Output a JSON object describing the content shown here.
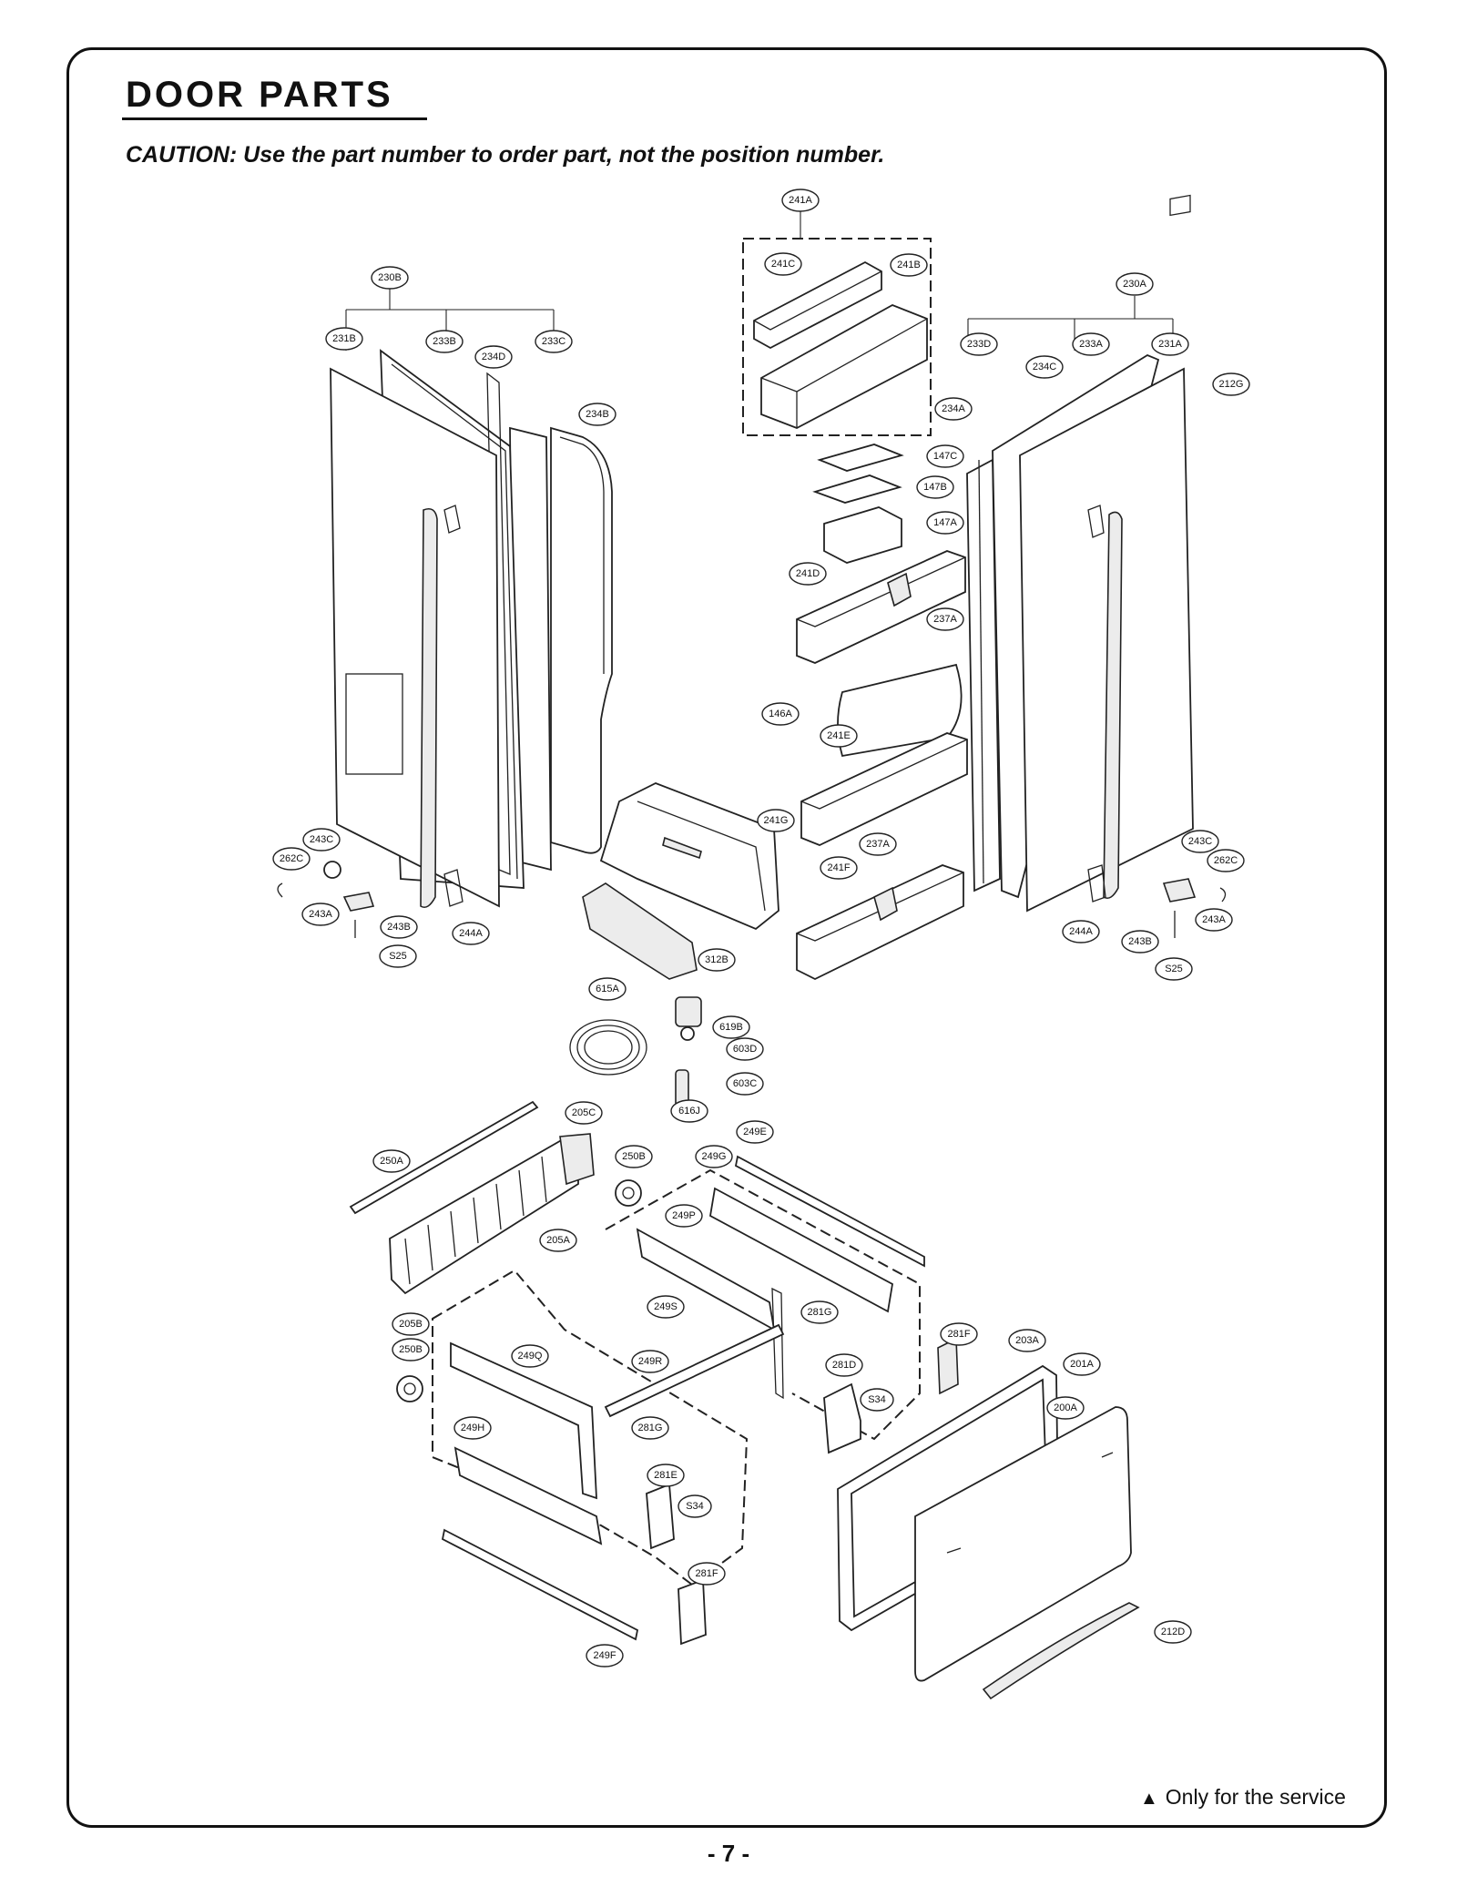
{
  "header": {
    "title": "DOOR PARTS",
    "caution": "CAUTION: Use the part number to order part, not the position number."
  },
  "footer": {
    "service_marker": "▲",
    "service_note": "Only for the service",
    "page_number": "- 7 -"
  },
  "callouts": [
    {
      "id": "c-241A",
      "label": "241A"
    },
    {
      "id": "c-241C",
      "label": "241C"
    },
    {
      "id": "c-241B",
      "label": "241B"
    },
    {
      "id": "c-230B",
      "label": "230B"
    },
    {
      "id": "c-231B",
      "label": "231B"
    },
    {
      "id": "c-233B",
      "label": "233B"
    },
    {
      "id": "c-233C",
      "label": "233C"
    },
    {
      "id": "c-234D",
      "label": "234D"
    },
    {
      "id": "c-234B",
      "label": "234B"
    },
    {
      "id": "c-230A",
      "label": "230A"
    },
    {
      "id": "c-233D",
      "label": "233D"
    },
    {
      "id": "c-233A",
      "label": "233A"
    },
    {
      "id": "c-231A",
      "label": "231A"
    },
    {
      "id": "c-234C",
      "label": "234C"
    },
    {
      "id": "c-212G",
      "label": "212G"
    },
    {
      "id": "c-234A",
      "label": "234A"
    },
    {
      "id": "c-147C",
      "label": "147C"
    },
    {
      "id": "c-147B",
      "label": "147B"
    },
    {
      "id": "c-147A",
      "label": "147A"
    },
    {
      "id": "c-241D",
      "label": "241D"
    },
    {
      "id": "c-237A-top",
      "label": "237A"
    },
    {
      "id": "c-146A",
      "label": "146A"
    },
    {
      "id": "c-241E",
      "label": "241E"
    },
    {
      "id": "c-241G",
      "label": "241G"
    },
    {
      "id": "c-237A-bot",
      "label": "237A"
    },
    {
      "id": "c-241F",
      "label": "241F"
    },
    {
      "id": "c-312B",
      "label": "312B"
    },
    {
      "id": "c-243C-l",
      "label": "243C"
    },
    {
      "id": "c-262C-l",
      "label": "262C"
    },
    {
      "id": "c-243A-l",
      "label": "243A"
    },
    {
      "id": "c-243B-l",
      "label": "243B"
    },
    {
      "id": "c-S25-l",
      "label": "S25"
    },
    {
      "id": "c-244A-l",
      "label": "244A"
    },
    {
      "id": "c-243C-r",
      "label": "243C"
    },
    {
      "id": "c-262C-r",
      "label": "262C"
    },
    {
      "id": "c-243A-r",
      "label": "243A"
    },
    {
      "id": "c-244A-r",
      "label": "244A"
    },
    {
      "id": "c-243B-r",
      "label": "243B"
    },
    {
      "id": "c-S25-r",
      "label": "S25"
    },
    {
      "id": "c-615A",
      "label": "615A"
    },
    {
      "id": "c-619B",
      "label": "619B"
    },
    {
      "id": "c-603D",
      "label": "603D"
    },
    {
      "id": "c-603C",
      "label": "603C"
    },
    {
      "id": "c-616J",
      "label": "616J"
    },
    {
      "id": "c-205C",
      "label": "205C"
    },
    {
      "id": "c-250A",
      "label": "250A"
    },
    {
      "id": "c-250B-t",
      "label": "250B"
    },
    {
      "id": "c-205A",
      "label": "205A"
    },
    {
      "id": "c-249E",
      "label": "249E"
    },
    {
      "id": "c-249G",
      "label": "249G"
    },
    {
      "id": "c-249P",
      "label": "249P"
    },
    {
      "id": "c-205B",
      "label": "205B"
    },
    {
      "id": "c-250B-b",
      "label": "250B"
    },
    {
      "id": "c-249S",
      "label": "249S"
    },
    {
      "id": "c-249Q",
      "label": "249Q"
    },
    {
      "id": "c-249R",
      "label": "249R"
    },
    {
      "id": "c-281G-t",
      "label": "281G"
    },
    {
      "id": "c-281F-t",
      "label": "281F"
    },
    {
      "id": "c-203A",
      "label": "203A"
    },
    {
      "id": "c-201A",
      "label": "201A"
    },
    {
      "id": "c-281D",
      "label": "281D"
    },
    {
      "id": "c-S34-t",
      "label": "S34"
    },
    {
      "id": "c-200A",
      "label": "200A"
    },
    {
      "id": "c-249H",
      "label": "249H"
    },
    {
      "id": "c-281G-b",
      "label": "281G"
    },
    {
      "id": "c-281E",
      "label": "281E"
    },
    {
      "id": "c-S34-b",
      "label": "S34"
    },
    {
      "id": "c-281F-b",
      "label": "281F"
    },
    {
      "id": "c-249F",
      "label": "249F"
    },
    {
      "id": "c-212D",
      "label": "212D"
    }
  ]
}
